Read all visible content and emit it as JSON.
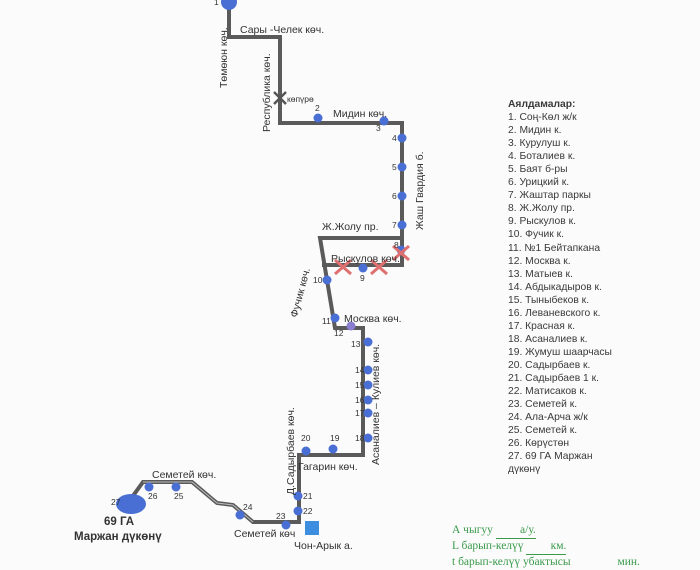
{
  "map": {
    "streets": {
      "tomoyun": "Төмөюн көч.",
      "sary_chelek": "Сары -Челек көч.",
      "respublika": "Республика көч.",
      "bridge": "көпүрө",
      "midin": "Мидин көч.",
      "jash_gvardia": "Жаш Гвардия б.",
      "zh_zholu": "Ж.Жолу пр.",
      "ryskulov": "Рыскулов көч.",
      "fuchik": "Фучик көч.",
      "moskva": "Москва көч.",
      "asanaliev_kuliev": "Асаналиев – Кулиев көч.",
      "gagarin": "Гагарин көч.",
      "sadyrbaev": "Д.Садырбаев көч.",
      "semetey_top": "Семетей көч.",
      "semetey_bottom": "Семетей көч",
      "chon_aryk": "Чон-Арык а."
    },
    "terminal": {
      "line1": "69 ГА",
      "line2": "Маржан дүкөнү"
    },
    "stop_numbers": [
      "1",
      "2",
      "3",
      "4",
      "5",
      "6",
      "7",
      "8",
      "9",
      "10",
      "11",
      "12",
      "13",
      "14",
      "15",
      "16",
      "17",
      "18",
      "19",
      "20",
      "21",
      "22",
      "23",
      "24",
      "25",
      "26",
      "27"
    ],
    "colors": {
      "route": "#5a5a5a",
      "stop": "#4a6fd4",
      "closed": "#e07070",
      "stop12": "#8a7ed0"
    }
  },
  "legend": {
    "title": "Аялдамалар:",
    "items": [
      "1. Соң-Көл ж/к",
      "2. Мидин к.",
      "3. Курулуш к.",
      "4. Боталиев к.",
      "5. Баят б-ры",
      "6. Урицкий к.",
      "7. Жаштар паркы",
      "8. Ж.Жолу пр.",
      "9. Рыскулов к.",
      "10. Фучик к.",
      "11. №1 Бейтапкана",
      "12. Москва к.",
      "13. Матыев к.",
      "14. Абдыкадыров к.",
      "15. Тыныбеков к.",
      "16. Леваневского к.",
      "17. Красная к.",
      "18. Асаналиев к.",
      "19. Жумуш  шаарчасы",
      "20. Садырбаев к.",
      "21. Садырбаев 1 к.",
      "22. Матисаков к.",
      "23. Семетей к.",
      "24. Ала-Арча ж/к",
      "25. Семетей к.",
      "26. Көрүстөн",
      "27. 69 ГА Маржан",
      "дүкөнү"
    ]
  },
  "notes": {
    "a_label": "А чыгуу",
    "a_unit": "а/у.",
    "l_label": "L барып-келүү",
    "l_unit": "км.",
    "t_label": "t барып-келүү убактысы",
    "t_unit": "мин."
  }
}
